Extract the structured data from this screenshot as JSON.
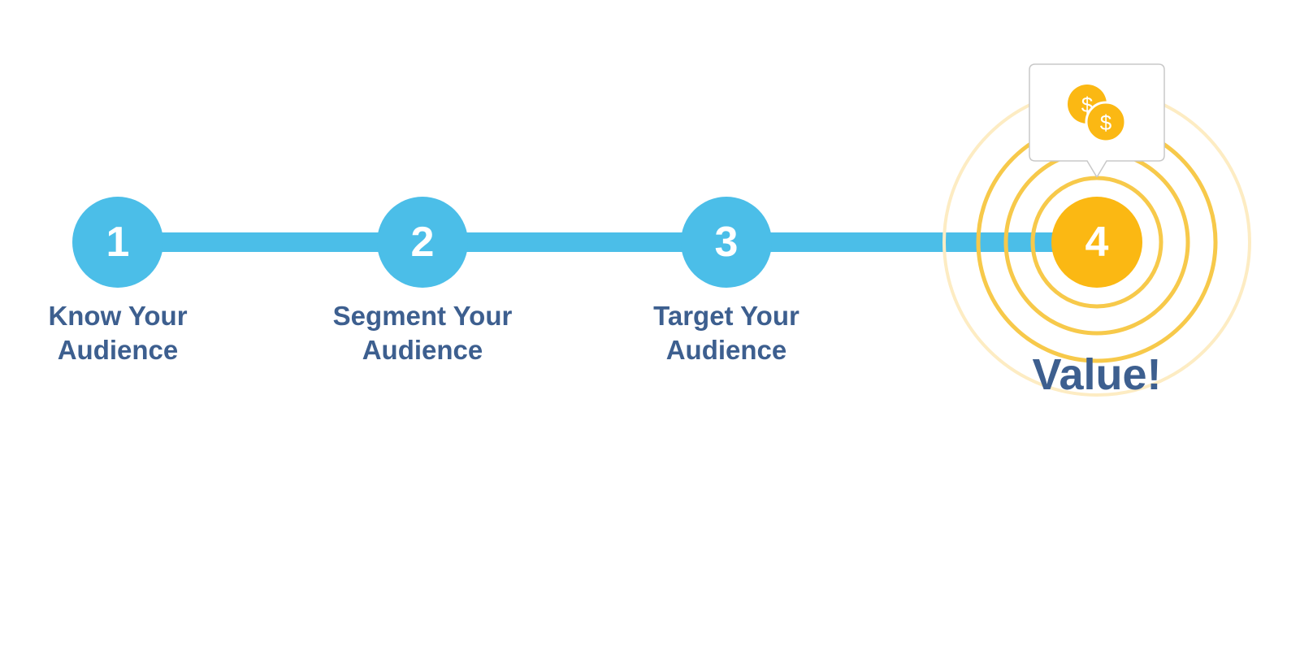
{
  "colors": {
    "step_blue": "#4bbee8",
    "final_gold": "#fbb813",
    "ring_gold": "#f7c94a",
    "ring_pale": "#fdecc3",
    "text_navy": "#3d5f8f",
    "bubble_border": "#c8c8c8"
  },
  "steps": [
    {
      "number": "1",
      "label_line1": "Know Your",
      "label_line2": "Audience"
    },
    {
      "number": "2",
      "label_line1": "Segment Your",
      "label_line2": "Audience"
    },
    {
      "number": "3",
      "label_line1": "Target Your",
      "label_line2": "Audience"
    }
  ],
  "final": {
    "number": "4",
    "label": "Value!",
    "icon": "coins-icon",
    "coin_symbol": "$"
  }
}
